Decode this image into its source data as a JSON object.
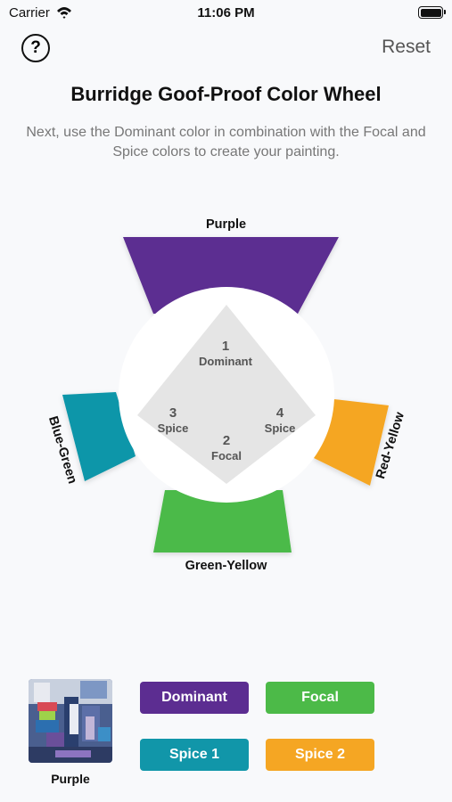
{
  "status_bar": {
    "carrier": "Carrier",
    "time": "11:06 PM"
  },
  "header": {
    "help_label": "?",
    "reset_label": "Reset"
  },
  "title": "Burridge Goof-Proof Color Wheel",
  "instructions": "Next, use the Dominant color in combination with the Focal and Spice colors to create your painting.",
  "wheel": {
    "segments": [
      {
        "name": "Purple",
        "color": "#5c2d91"
      },
      {
        "name": "Red-Yellow",
        "color": "#f5a623"
      },
      {
        "name": "Green-Yellow",
        "color": "#4cba48"
      },
      {
        "name": "Blue-Green",
        "color": "#1196a9"
      }
    ],
    "center": {
      "dominant": {
        "number": "1",
        "label": "Dominant"
      },
      "focal": {
        "number": "2",
        "label": "Focal"
      },
      "spice3": {
        "number": "3",
        "label": "Spice"
      },
      "spice4": {
        "number": "4",
        "label": "Spice"
      }
    }
  },
  "palette": {
    "selected_color_name": "Purple",
    "thumbnail_icon": "painting-thumbnail",
    "buttons": {
      "dominant": {
        "label": "Dominant",
        "color": "#5c2d91"
      },
      "focal": {
        "label": "Focal",
        "color": "#4cba48"
      },
      "spice1": {
        "label": "Spice 1",
        "color": "#1196a9"
      },
      "spice2": {
        "label": "Spice 2",
        "color": "#f5a623"
      }
    }
  }
}
